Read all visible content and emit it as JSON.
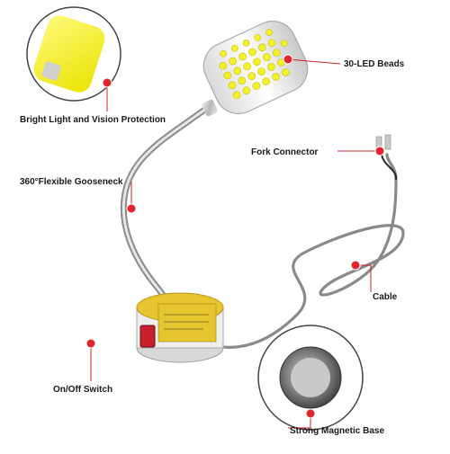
{
  "labels": {
    "led_beads": "30-LED Beads",
    "bright_light": "Bright Light and Vision Protection",
    "fork_connector": "Fork Connector",
    "gooseneck": "360°Flexible Gooseneck",
    "cable": "Cable",
    "switch": "On/Off Switch",
    "magnetic_base": "Strong Magnetic Base"
  },
  "colors": {
    "callout_dot": "#e0252e",
    "callout_line": "#c8202a",
    "led_glow": "#f4f02a",
    "cable": "#8a8a8a",
    "base_label": "#e7c531",
    "chrome": "#b9b9b9"
  },
  "icons": {
    "lamp": "led-lamp-illustration",
    "zoom_led": "led-glow-zoom-icon",
    "zoom_magnet": "magnet-zoom-icon"
  }
}
